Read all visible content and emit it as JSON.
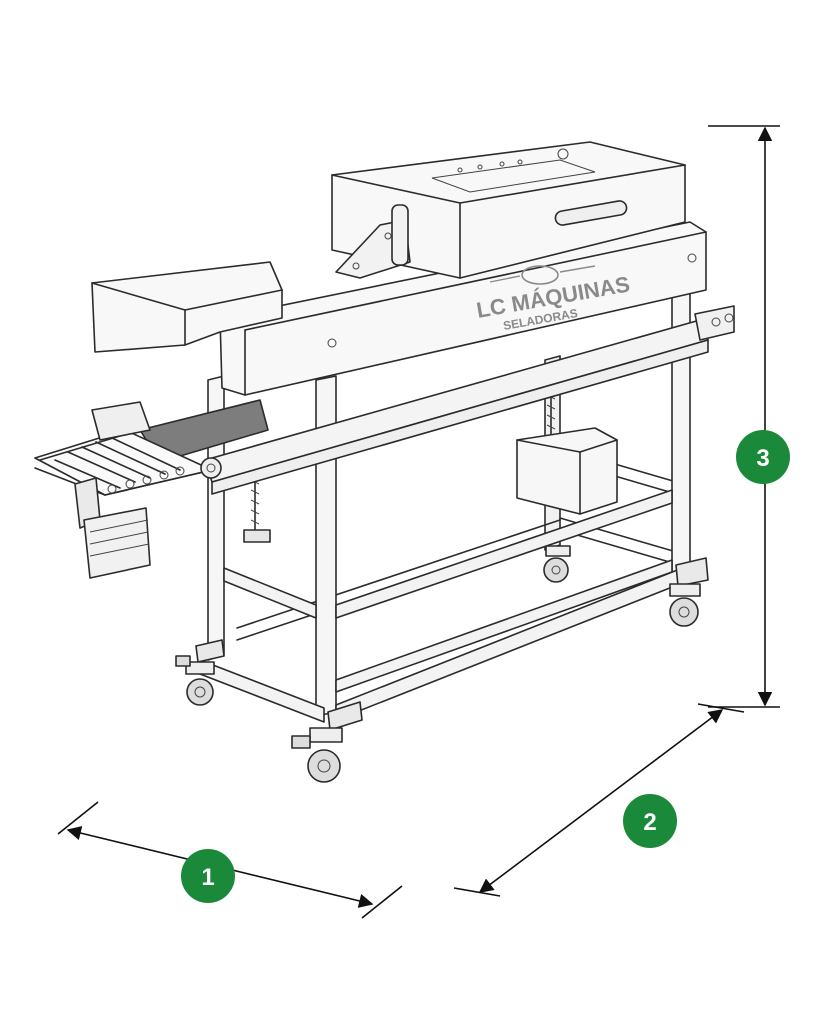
{
  "brand": {
    "name": "LC MÁQUINAS",
    "subtitle": "SELADORAS"
  },
  "dimensions": [
    {
      "label": "1"
    },
    {
      "label": "2"
    },
    {
      "label": "3"
    }
  ],
  "colors": {
    "badge": "#1a8a3a",
    "line": "#2b2b2b",
    "frame_fill": "#f4f4f4",
    "belt": "#7d7d7d",
    "logo": "#8a8a8a"
  }
}
